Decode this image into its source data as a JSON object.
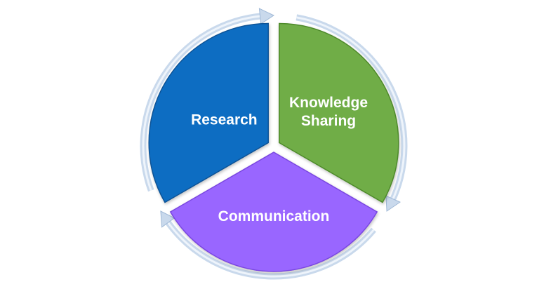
{
  "diagram": {
    "segments": [
      {
        "id": "research",
        "label_lines": [
          "Research"
        ],
        "color": "#0E6DC2",
        "edge_color": "#0A5296"
      },
      {
        "id": "knowledge-sharing",
        "label_lines": [
          "Knowledge",
          "Sharing"
        ],
        "color": "#70AD47",
        "edge_color": "#4E8A2A"
      },
      {
        "id": "communication",
        "label_lines": [
          "Communication"
        ],
        "color": "#9966FF",
        "edge_color": "#7A47E0"
      }
    ],
    "ring": {
      "color": "#C9D9EC",
      "highlight": "#EEF4FB",
      "shadow": "#9FB8D6",
      "arrow_count": 3
    }
  }
}
